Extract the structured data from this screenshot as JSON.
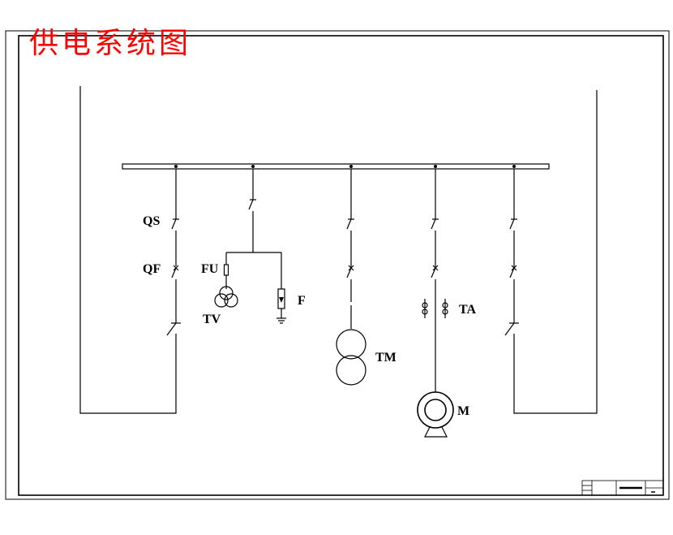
{
  "title": "供电系统图",
  "labels": {
    "qs": "QS",
    "qf": "QF",
    "fu": "FU",
    "tv": "TV",
    "f": "F",
    "tm": "TM",
    "ta": "TA",
    "m": "M"
  },
  "colors": {
    "title": "#ff0000",
    "line": "#000000",
    "background": "#ffffff"
  }
}
